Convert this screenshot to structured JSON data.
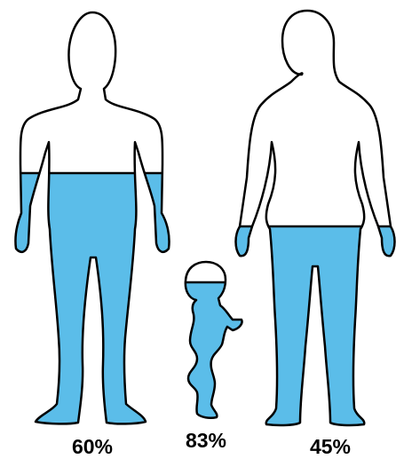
{
  "figures": [
    {
      "label": "60%",
      "fill_fraction": 0.6
    },
    {
      "label": "83%",
      "fill_fraction": 0.83
    },
    {
      "label": "45%",
      "fill_fraction": 0.45
    }
  ],
  "colors": {
    "water": "#5bbde9",
    "outline": "#000000",
    "background": "#ffffff"
  }
}
